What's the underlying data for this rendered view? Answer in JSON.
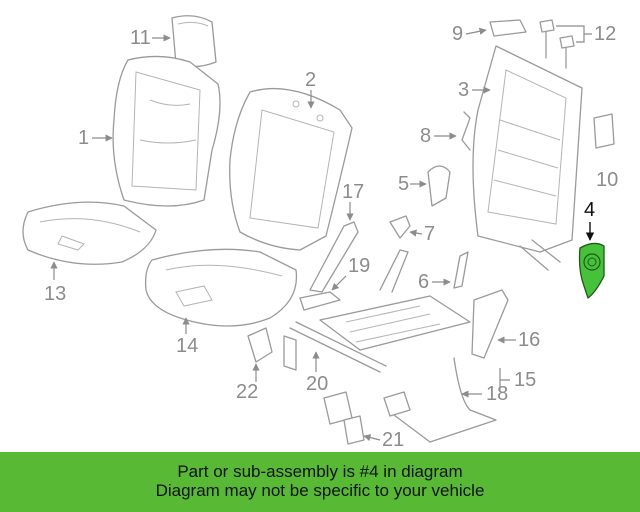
{
  "callouts": {
    "c1": "1",
    "c2": "2",
    "c3": "3",
    "c4": "4",
    "c5": "5",
    "c6": "6",
    "c7": "7",
    "c8": "8",
    "c9": "9",
    "c10": "10",
    "c11": "11",
    "c12": "12",
    "c13": "13",
    "c14": "14",
    "c15": "15",
    "c16": "16",
    "c17": "17",
    "c18": "18",
    "c19": "19",
    "c20": "20",
    "c21": "21",
    "c22": "22"
  },
  "highlighted_part": "4",
  "colors": {
    "highlight": "#46c23a",
    "banner": "#58b934",
    "line": "#9a9a9a"
  },
  "banner": {
    "line1": "Part or sub-assembly is #4 in diagram",
    "line2": "Diagram may not be specific to your vehicle"
  }
}
